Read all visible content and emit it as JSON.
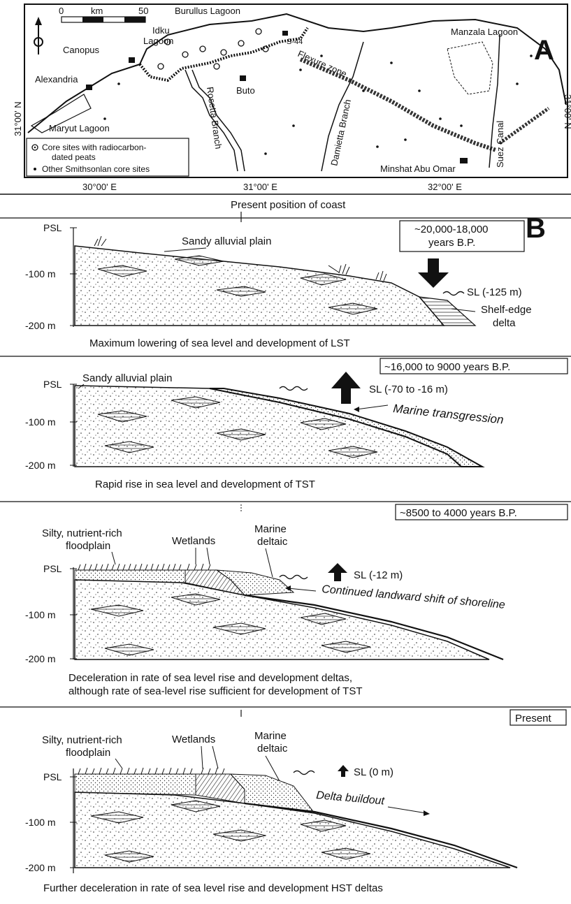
{
  "panel_a": {
    "letter": "A",
    "scale": {
      "zero": "0",
      "unit": "km",
      "max": "50"
    },
    "places": {
      "burullus": "Burullus Lagoon",
      "idku_1": "Idku",
      "idku_2": "Lagoon",
      "canopus": "Canopus",
      "manzala": "Manzala Lagoon",
      "alexandria": "Alexandria",
      "buto": "Buto",
      "s44": "S-44",
      "flexure": "Flexure zone",
      "maryut": "Maryut Lagoon",
      "rosetta": "Rosetta Branch",
      "damietta": "Damietta Branch",
      "suez": "Suez Canal",
      "minshat": "Minshat Abu Omar"
    },
    "lat_left": "31°00' N",
    "lat_right": "31°00' N",
    "lon_labels": [
      "30°00' E",
      "31°00' E",
      "32°00' E"
    ],
    "legend": {
      "item1_line1": "Core sites with radiocarbon-",
      "item1_line2": "dated peats",
      "item2": "Other Smithsonlan core sites"
    }
  },
  "panel_b": {
    "letter": "B",
    "present_coast": "Present position of coast",
    "depth_labels": [
      "PSL",
      "-100 m",
      "-200 m"
    ],
    "sections": [
      {
        "time_line1": "~20,000-18,000",
        "time_line2": "years B.P.",
        "plain": "Sandy alluvial plain",
        "sl": "SL (-125 m)",
        "shelf_1": "Shelf-edge",
        "shelf_2": "delta",
        "caption": "Maximum lowering of sea level and development of LST"
      },
      {
        "time": "~16,000 to 9000 years B.P.",
        "plain": "Sandy alluvial plain",
        "sl": "SL (-70 to -16 m)",
        "note": "Marine transgression",
        "caption": "Rapid rise in sea level and development of TST"
      },
      {
        "time": "~8500 to 4000 years B.P.",
        "flood_1": "Silty, nutrient-rich",
        "flood_2": "floodplain",
        "wetlands": "Wetlands",
        "marine_1": "Marine",
        "marine_2": "deltaic",
        "sl": "SL (-12 m)",
        "note": "Continued landward shift of shoreline",
        "caption_1": "Deceleration in rate of sea level rise and development deltas,",
        "caption_2": "although rate of sea-level rise sufficient for development of TST"
      },
      {
        "time": "Present",
        "flood_1": "Silty, nutrient-rich",
        "flood_2": "floodplain",
        "wetlands": "Wetlands",
        "marine_1": "Marine",
        "marine_2": "deltaic",
        "sl": "SL (0 m)",
        "note": "Delta buildout",
        "caption": "Further deceleration in rate of sea level rise and development HST deltas"
      }
    ]
  }
}
